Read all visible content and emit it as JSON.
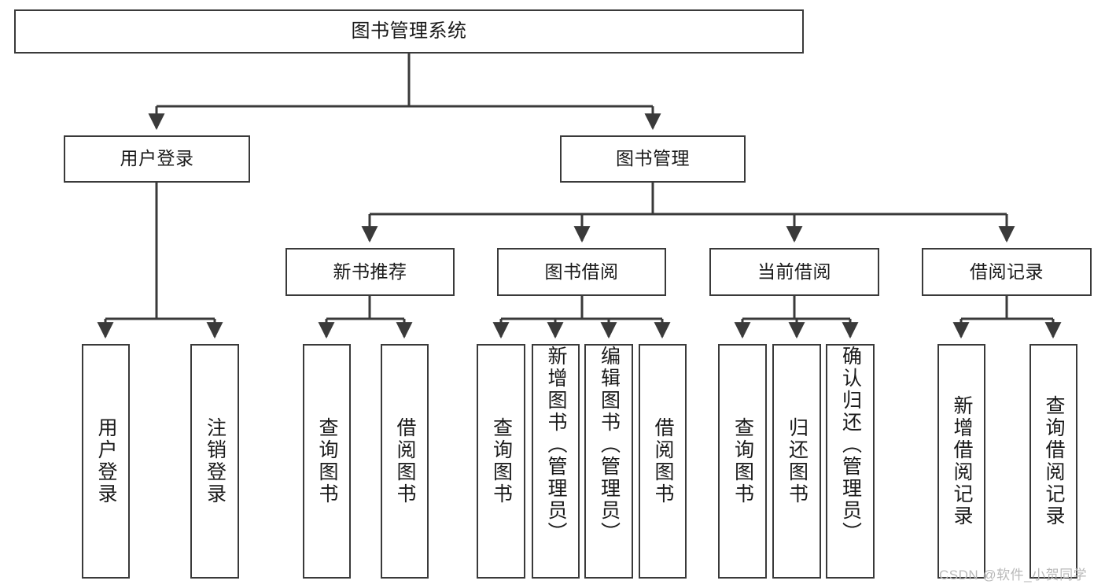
{
  "diagram": {
    "type": "tree-hierarchy-chart",
    "title": "图书管理系统",
    "line_color": "#3a3a3a",
    "box_fill": "#ffffff",
    "text_color": "#1a1a1a",
    "nodes": {
      "root": {
        "label": "图书管理系统"
      },
      "level2": [
        {
          "id": "user-login",
          "label": "用户登录"
        },
        {
          "id": "book-management",
          "label": "图书管理"
        }
      ],
      "level3": [
        {
          "id": "new-book-recommend",
          "label": "新书推荐"
        },
        {
          "id": "book-borrow",
          "label": "图书借阅"
        },
        {
          "id": "current-borrow",
          "label": "当前借阅"
        },
        {
          "id": "borrow-record",
          "label": "借阅记录"
        }
      ],
      "leaves": {
        "user_login": [
          {
            "id": "leaf-user-login",
            "label": "用户登录"
          },
          {
            "id": "leaf-logout-login",
            "label": "注销登录"
          }
        ],
        "new_book_recommend": [
          {
            "id": "leaf-query-book-1",
            "label": "查询图书"
          },
          {
            "id": "leaf-borrow-book-1",
            "label": "借阅图书"
          }
        ],
        "book_borrow": [
          {
            "id": "leaf-query-book-2",
            "label": "查询图书"
          },
          {
            "id": "leaf-add-book",
            "label": "新增图书（管理员）"
          },
          {
            "id": "leaf-edit-book",
            "label": "编辑图书（管理员）"
          },
          {
            "id": "leaf-borrow-book-2",
            "label": "借阅图书"
          }
        ],
        "current_borrow": [
          {
            "id": "leaf-query-book-3",
            "label": "查询图书"
          },
          {
            "id": "leaf-return-book",
            "label": "归还图书"
          },
          {
            "id": "leaf-confirm-return",
            "label": "确认归还（管理员）"
          }
        ],
        "borrow_record": [
          {
            "id": "leaf-add-record",
            "label": "新增借阅记录"
          },
          {
            "id": "leaf-query-record",
            "label": "查询借阅记录"
          }
        ]
      }
    }
  },
  "watermark": {
    "text": "CSDN @软件_小贺同学"
  }
}
